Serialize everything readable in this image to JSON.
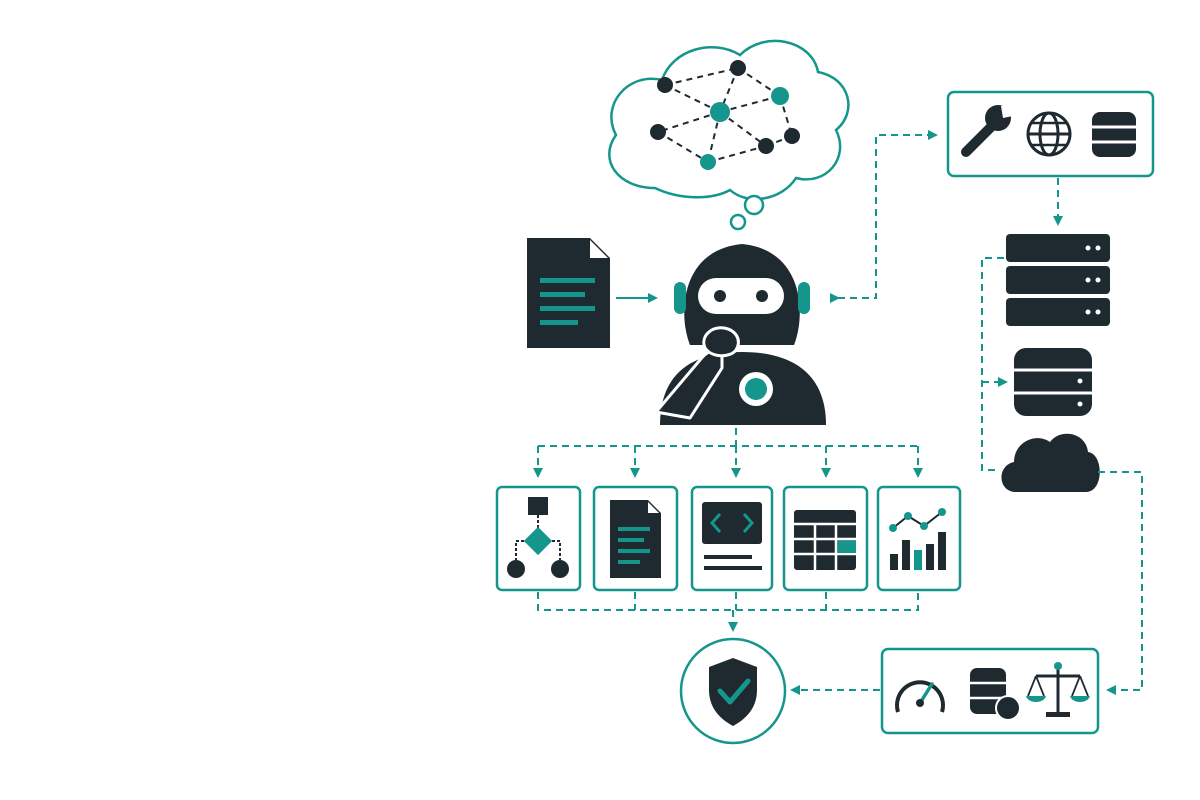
{
  "diagram": {
    "colors": {
      "accent": "#14968d",
      "dark": "#1f2a30",
      "background": "#ffffff"
    },
    "nodes": [
      {
        "name": "thought-cloud",
        "icon": "knowledge-graph-icon"
      },
      {
        "name": "input-document",
        "icon": "document-icon"
      },
      {
        "name": "agent",
        "icon": "robot-thinking-icon"
      },
      {
        "name": "tools-panel",
        "icons": [
          "wrench-icon",
          "globe-icon",
          "database-icon"
        ]
      },
      {
        "name": "data-stack",
        "icons": [
          "server-rack-icon",
          "database-icon",
          "cloud-icon"
        ]
      },
      {
        "name": "outputs",
        "icons": [
          "flowchart-icon",
          "document-icon",
          "code-window-icon",
          "table-icon",
          "bar-chart-icon"
        ]
      },
      {
        "name": "evaluation-panel",
        "icons": [
          "gauge-icon",
          "database-check-icon",
          "balance-scale-icon"
        ]
      },
      {
        "name": "verified",
        "icon": "shield-check-icon"
      }
    ]
  }
}
